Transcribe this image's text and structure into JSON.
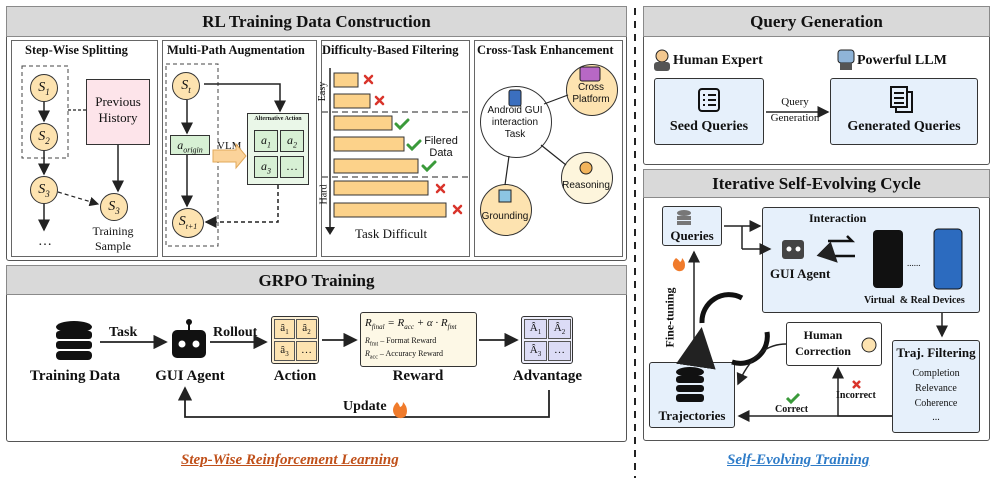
{
  "left": {
    "title": "RL Training Data Construction",
    "stepwise": {
      "title": "Step-Wise Splitting",
      "s1": "S",
      "s1_sub": "1",
      "s2": "S",
      "s2_sub": "2",
      "s3": "S",
      "s3_sub": "3",
      "s3b": "S",
      "s3b_sub": "3",
      "prev": "Previous History",
      "sample": "Training Sample",
      "dots": "…"
    },
    "multipath": {
      "title": "Multi-Path Augmentation",
      "st": "S",
      "st_sub": "t",
      "st1": "S",
      "st1_sub": "t+1",
      "aorigin": "a",
      "aorigin_sub": "origin",
      "vlm": "VLM",
      "alt_title": "Alternative Action",
      "a1": "a",
      "a1_sub": "1",
      "a2": "a",
      "a2_sub": "2",
      "a3": "a",
      "a3_sub": "3",
      "adots": "…"
    },
    "filtering": {
      "title": "Difficulty-Based Filtering",
      "easy": "Easy",
      "hard": "Hard",
      "filtered": "Filered Data",
      "xlabel": "Task Difficult"
    },
    "crosstask": {
      "title": "Cross-Task Enhancement",
      "center": "Android GUI interaction Task",
      "cross": "Cross Platform",
      "reasoning": "Reasoning",
      "grounding": "Grounding"
    }
  },
  "grpo": {
    "title": "GRPO Training",
    "training_data": "Training Data",
    "task": "Task",
    "gui_agent": "GUI Agent",
    "rollout": "Rollout",
    "action": "Action",
    "reward": "Reward",
    "advantage": "Advantage",
    "update": "Update",
    "r_final": "R",
    "r_final_sub": "final",
    "r_eq": " = ",
    "r_acc": "R",
    "r_acc_sub": "acc",
    "r_plus": " + α · ",
    "r_fmt": "R",
    "r_fmt_sub": "fmt",
    "r_fmt_note_sub": "fmt",
    "r_fmt_note": " – Format Reward",
    "r_acc_note_sub": "acc",
    "r_acc_note": " – Accuracy Reward",
    "act1": "â",
    "act1_sub": "1",
    "act2": "â",
    "act2_sub": "2",
    "act3": "â",
    "act3_sub": "3",
    "actdots": "…",
    "adv1": "Â",
    "adv1_sub": "1",
    "adv2": "Â",
    "adv2_sub": "2",
    "adv3": "Â",
    "adv3_sub": "3",
    "advdots": "…"
  },
  "right": {
    "qg_title": "Query Generation",
    "human_expert": "Human Expert",
    "powerful_llm": "Powerful LLM",
    "seed_queries": "Seed Queries",
    "query_generation": "Query Generation",
    "generated_queries": "Generated Queries",
    "cycle_title": "Iterative Self-Evolving Cycle",
    "queries": "Queries",
    "interaction": "Interaction",
    "gui_agent": "GUI Agent",
    "devices": "Virtual  & Real Devices",
    "phone_dots": "......",
    "fine_tuning": "Fine-tuning",
    "human_correction": "Human Correction",
    "traj_filtering": "Traj. Filtering",
    "criteria": [
      "Completion",
      "Relevance",
      "Coherence",
      "..."
    ],
    "trajectories": "Trajectories",
    "correct": "Correct",
    "incorrect": "Incorrect"
  },
  "captions": {
    "left": "Step-Wise Reinforcement Learning",
    "right": "Self-Evolving Training"
  },
  "colors": {
    "left_caption": "#c0501a",
    "right_caption": "#2f7cc8",
    "green": "#3a9a3a",
    "red": "#d9342b",
    "orange_bar": "#fcd28a",
    "header_gray": "#d9d9d9"
  }
}
